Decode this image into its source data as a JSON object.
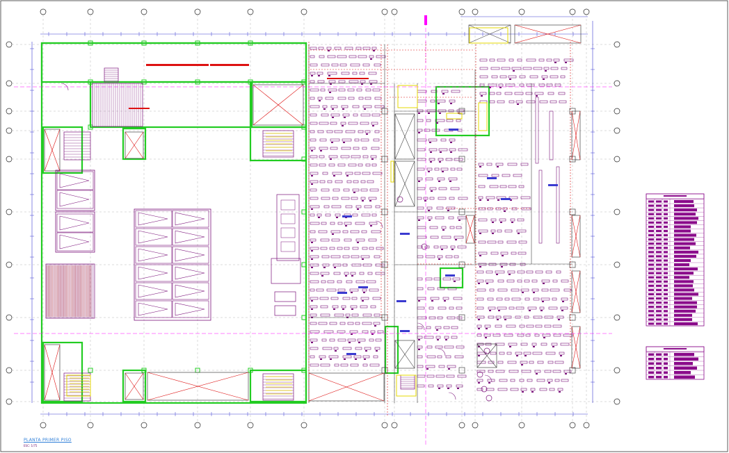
{
  "drawing": {
    "title": "PLANTA PRIMER PISO",
    "scale": "ESC: 1/75"
  },
  "colors": {
    "wall": "#22cc22",
    "furniture": "#7a117a",
    "dimension": "#3a3ad0",
    "grid": "#222222",
    "accent_red": "#dd1111",
    "accent_yellow": "#e6d800",
    "accent_magenta": "#ff00ff",
    "legend_fill": "#8a0a8a"
  },
  "icons": {
    "column_marker": "circle-outline",
    "stair": "hatched-rectangle",
    "shaft": "crossed-rectangle"
  }
}
